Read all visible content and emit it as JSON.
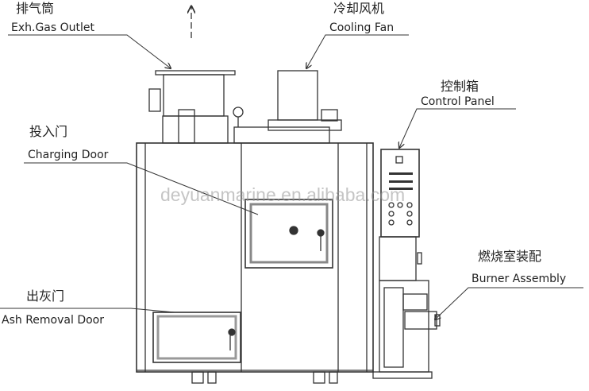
{
  "labels": {
    "exhaust": {
      "zh": "排气筒",
      "en": "Exh.Gas Outlet"
    },
    "fan": {
      "zh": "冷却风机",
      "en": "Cooling Fan"
    },
    "control": {
      "zh": "控制箱",
      "en": "Control Panel"
    },
    "charging": {
      "zh": "投入门",
      "en": "Charging Door"
    },
    "ash": {
      "zh": "出灰门",
      "en": "Ash Removal Door"
    },
    "burner": {
      "zh": "燃烧室装配",
      "en": "Burner Assembly"
    }
  },
  "watermark": "deyuanmarine.en.alibaba.com",
  "colors": {
    "line": "#333333",
    "watermark": "#999999"
  }
}
